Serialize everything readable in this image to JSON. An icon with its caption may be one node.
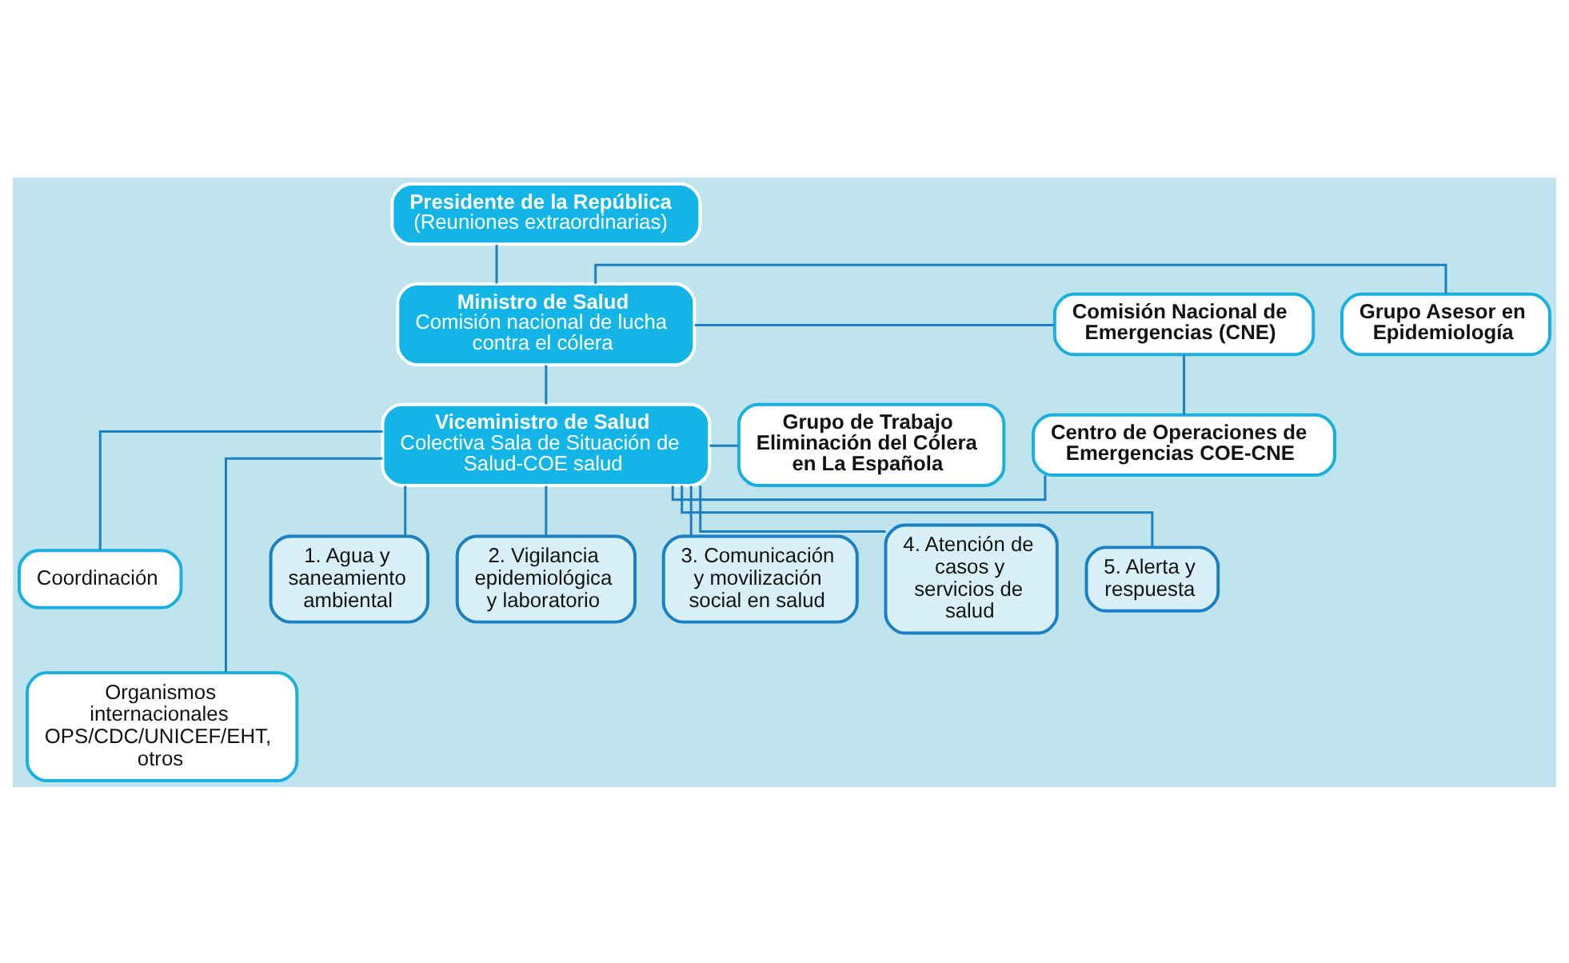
{
  "diagram": {
    "nodes": [
      {
        "text": [
          "Presidente de la República",
          "(Reuniones extraordinarias)"
        ]
      },
      {
        "text": [
          "Comisión Nacional de Emergencias (CNE)"
        ]
      },
      {
        "text": [
          "Ministro de Salud",
          "Comisión nacional de lucha contra el cólera"
        ]
      },
      {
        "text": [
          "Grupo Asesor en Epidemiología"
        ]
      },
      {
        "text": [
          "Centro de Operaciones de Emergencias COE-CNE"
        ]
      },
      {
        "text": [
          "Viceministro de Salud",
          "Colectiva Sala de Situación de Salud-COE salud"
        ]
      },
      {
        "text": [
          "Grupo de Trabajo Eliminación del Cólera en La Española"
        ]
      },
      {
        "text": [
          "Coordinación"
        ]
      },
      {
        "text": [
          "Organismos internacionales OPS/CDC/UNICEF/EHT, otros"
        ]
      },
      {
        "text": [
          "1. Agua y saneamiento ambiental"
        ]
      },
      {
        "text": [
          "2. Vigilancia epidemiológica y laboratorio"
        ]
      },
      {
        "text": [
          "3. Comunicación y movilización social en salud"
        ]
      },
      {
        "text": [
          "4. Atención de casos y servicios de salud"
        ]
      },
      {
        "text": [
          "5. Alerta y respuesta"
        ]
      }
    ],
    "edges": [
      {
        "from": 0,
        "to": 2,
        "arrow": "none"
      },
      {
        "from": 1,
        "to": 2,
        "arrow": "none"
      },
      {
        "from": 2,
        "to": 3,
        "arrow": "none"
      },
      {
        "from": 1,
        "to": 4,
        "arrow": "none"
      },
      {
        "from": 2,
        "to": 5,
        "arrow": "none"
      },
      {
        "from": 4,
        "to": 5,
        "arrow": "none"
      },
      {
        "from": 5,
        "to": 6,
        "arrow": "none"
      },
      {
        "from": 5,
        "to": 7,
        "arrow": "none"
      },
      {
        "from": 5,
        "to": 8,
        "arrow": "none"
      },
      {
        "from": 5,
        "to": 9,
        "arrow": "none"
      },
      {
        "from": 5,
        "to": 10,
        "arrow": "none"
      },
      {
        "from": 5,
        "to": 11,
        "arrow": "none"
      },
      {
        "from": 5,
        "to": 12,
        "arrow": "none"
      },
      {
        "from": 5,
        "to": 13,
        "arrow": "none"
      }
    ]
  }
}
